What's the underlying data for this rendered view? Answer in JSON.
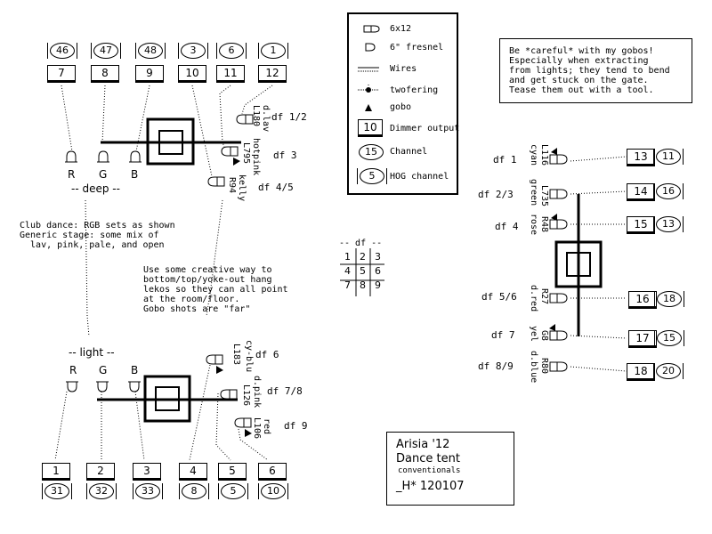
{
  "legend": {
    "items": [
      {
        "icon": "6x12-icon",
        "label": "6x12"
      },
      {
        "icon": "fresnel-icon",
        "label": "6\" fresnel"
      },
      {
        "icon": "wires-icon",
        "label": "Wires"
      },
      {
        "icon": "twofering-icon",
        "label": "twofering"
      },
      {
        "icon": "gobo-icon",
        "label": "gobo"
      },
      {
        "icon": "dimmer-icon",
        "label": "Dimmer output",
        "sample": "10"
      },
      {
        "icon": "channel-icon",
        "label": "Channel",
        "sample": "15"
      },
      {
        "icon": "hog-channel-icon",
        "label": "HOG channel",
        "sample": "5"
      }
    ]
  },
  "note_gobos": "Be *careful* with my gobos!\nEspecially when extracting\nfrom lights; they tend to bend\nand get stuck on the gate.\nTease them out with a tool.",
  "note_club": "Club dance: RGB sets as shown\nGeneric stage: some mix of\n  lav, pink, pale, and open",
  "note_lekos": "Use some creative way to\nbottom/top/yoke-out hang\nlekos so they can all point\nat the room/floor.\nGobo shots are \"far\"",
  "df_grid": {
    "title": "-- df --",
    "rows": [
      [
        "1",
        "2",
        "3"
      ],
      [
        "4",
        "5",
        "6"
      ],
      [
        "7",
        "8",
        "9"
      ]
    ]
  },
  "title_block": {
    "line1": "Arisia '12",
    "line2": "Dance tent",
    "line3": "conventionals",
    "line4": "_H* 120107"
  },
  "deep": {
    "label": "-- deep --",
    "fresnels": [
      "R",
      "G",
      "B"
    ],
    "top_hog": [
      "46",
      "47",
      "48",
      "3",
      "6",
      "1"
    ],
    "top_dimmers": [
      "7",
      "8",
      "9",
      "10",
      "11",
      "12"
    ],
    "lekos": [
      {
        "color": "d.lav",
        "gel": "L180",
        "df": "df 1/2"
      },
      {
        "color": "hotpink",
        "gel": "L795",
        "df": "df 3"
      },
      {
        "color": "kelly",
        "gel": "R94",
        "df": "df 4/5"
      }
    ]
  },
  "light": {
    "label": "-- light --",
    "fresnels": [
      "R",
      "G",
      "B"
    ],
    "bottom_dimmers": [
      "1",
      "2",
      "3",
      "4",
      "5",
      "6"
    ],
    "bottom_hog": [
      "31",
      "32",
      "33",
      "8",
      "5",
      "10"
    ],
    "lekos": [
      {
        "color": "cy-blu",
        "gel": "L183",
        "df": "df 6"
      },
      {
        "color": "d.pink",
        "gel": "L126",
        "df": "df 7/8"
      },
      {
        "color": "red",
        "gel": "L106",
        "df": "df 9"
      }
    ]
  },
  "right": {
    "rows": [
      {
        "df": "df 1",
        "color": "cyan",
        "gel": "L116",
        "dimmer": "13",
        "hog": "11"
      },
      {
        "df": "df 2/3",
        "color": "green",
        "gel": "L735",
        "dimmer": "14",
        "hog": "16"
      },
      {
        "df": "df 4",
        "color": "rose",
        "gel": "R48",
        "dimmer": "15",
        "hog": "13"
      },
      {
        "df": "df 5/6",
        "color": "d.red",
        "gel": "R27",
        "dimmer": "16",
        "hog": "18"
      },
      {
        "df": "df 7",
        "color": "yel",
        "gel": "G8",
        "dimmer": "17",
        "hog": "15"
      },
      {
        "df": "df 8/9",
        "color": "d.blue",
        "gel": "R80",
        "dimmer": "18",
        "hog": "20"
      }
    ]
  }
}
